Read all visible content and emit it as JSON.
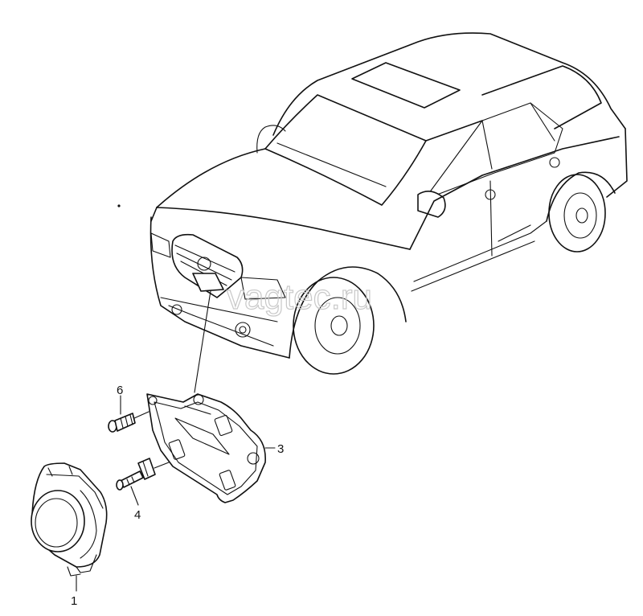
{
  "watermark": "vagtec.ru",
  "callouts": [
    {
      "id": "1",
      "label": "1"
    },
    {
      "id": "3",
      "label": "3"
    },
    {
      "id": "4",
      "label": "4"
    },
    {
      "id": "6",
      "label": "6"
    }
  ]
}
